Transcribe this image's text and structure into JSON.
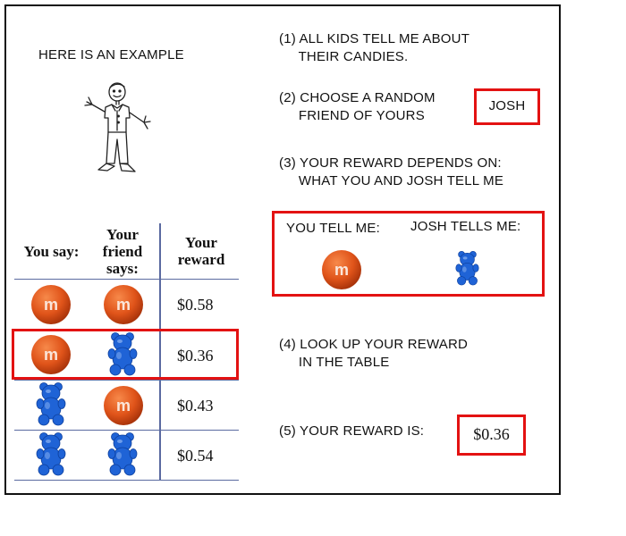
{
  "example_label": "HERE IS AN EXAMPLE",
  "table": {
    "headers": [
      "You say:",
      "Your\nfriend\nsays:",
      "Your\nreward"
    ],
    "rows": [
      {
        "you": "m-and-m-candy",
        "friend": "m-and-m-candy",
        "reward": "$0.58",
        "highlighted": false
      },
      {
        "you": "m-and-m-candy",
        "friend": "gummy-bear",
        "reward": "$0.36",
        "highlighted": true
      },
      {
        "you": "gummy-bear",
        "friend": "m-and-m-candy",
        "reward": "$0.43",
        "highlighted": false
      },
      {
        "you": "gummy-bear",
        "friend": "gummy-bear",
        "reward": "$0.54",
        "highlighted": false
      }
    ]
  },
  "steps": {
    "step1": "(1) ALL KIDS TELL ME ABOUT\n     THEIR CANDIES.",
    "step2": "(2) CHOOSE A RANDOM\n     FRIEND OF YOURS",
    "friend_name": "JOSH",
    "step3": "(3) YOUR REWARD DEPENDS ON:\n     WHAT YOU AND JOSH TELL ME",
    "you_tell_me": "YOU TELL ME:",
    "josh_tells_me": "JOSH TELLS ME:",
    "step4": "(4) LOOK UP YOUR REWARD\n     IN THE TABLE",
    "step5": "(5) YOUR REWARD IS:",
    "reward_value": "$0.36"
  },
  "colors": {
    "highlight": "#e31212",
    "mm_orange": "#e0541a",
    "bear_blue": "#1f63d6",
    "table_lines": "#5a6aa0"
  },
  "icons": [
    "stick-figure-boy",
    "m-and-m-candy",
    "gummy-bear"
  ]
}
